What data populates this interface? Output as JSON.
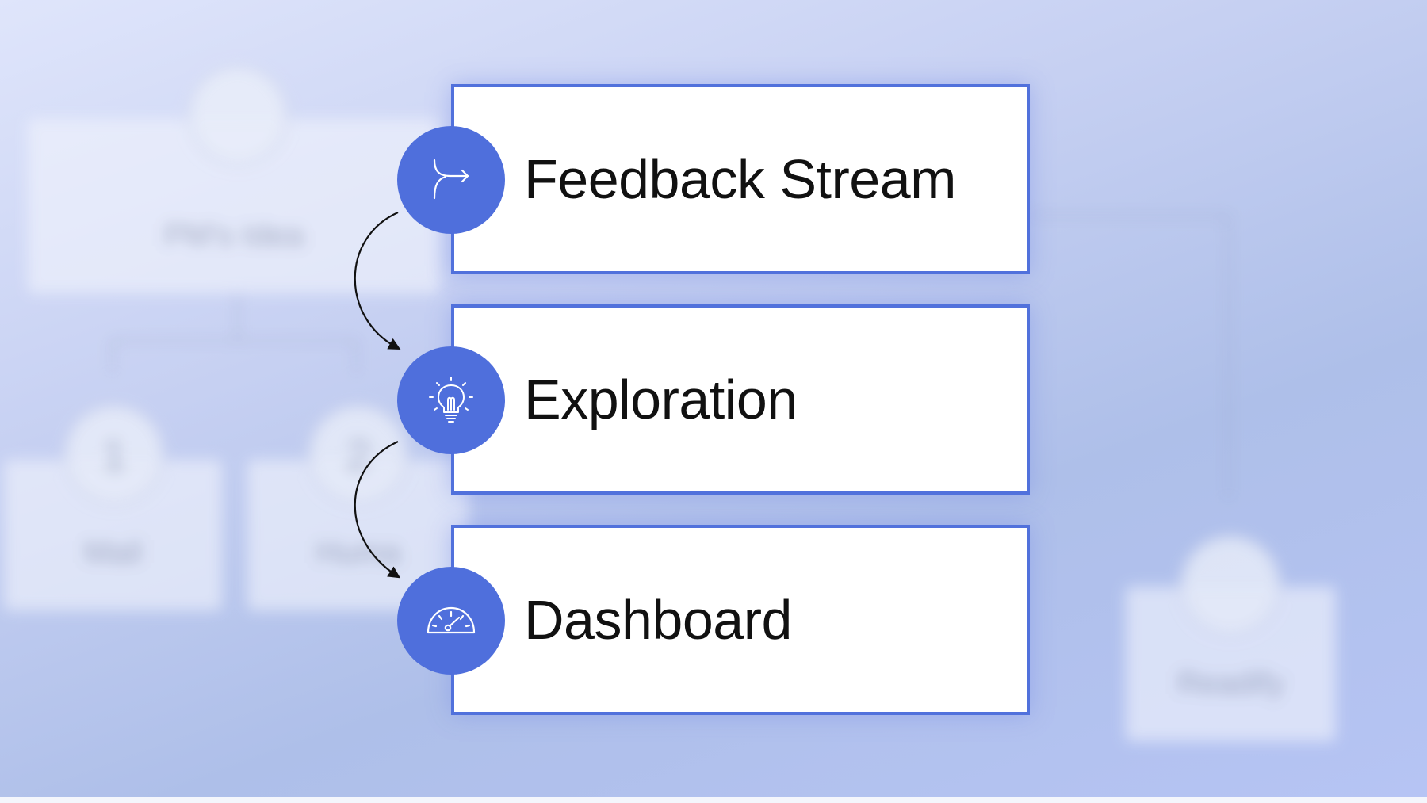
{
  "background_flow": {
    "top_label": "PM's Idea",
    "circle_1": "1",
    "circle_2": "2",
    "box_1_label": "Mail",
    "box_2_label": "Huma",
    "right_label": "Readify"
  },
  "steps": [
    {
      "label": "Feedback Stream",
      "icon": "merge-arrow-icon"
    },
    {
      "label": "Exploration",
      "icon": "lightbulb-icon"
    },
    {
      "label": "Dashboard",
      "icon": "speedometer-icon"
    }
  ],
  "colors": {
    "accent": "#4f6fdc",
    "box_border": "#5171dc",
    "text": "#111111"
  }
}
